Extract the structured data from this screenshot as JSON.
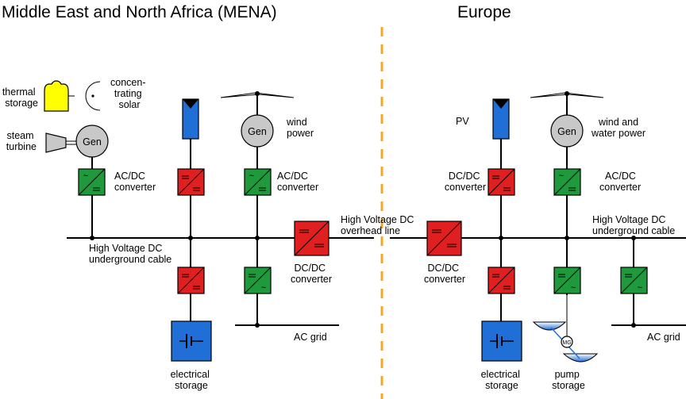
{
  "headings": {
    "left": "Middle East and North Africa (MENA)",
    "right": "Europe"
  },
  "labels": {
    "thermal_storage": [
      "thermal",
      "storage"
    ],
    "csp": [
      "concen-",
      "trating",
      "solar"
    ],
    "steam_turbine": [
      "steam",
      "turbine"
    ],
    "gen": "Gen",
    "wind_power": [
      "wind",
      "power"
    ],
    "acdc": [
      "AC/DC",
      "converter"
    ],
    "dcdc": [
      "DC/DC",
      "converter"
    ],
    "hvdc_underground_left": [
      "High Voltage DC",
      "underground cable"
    ],
    "hvdc_overhead": [
      "High Voltage DC",
      "overhead line"
    ],
    "hvdc_underground_right": [
      "High Voltage DC",
      "underground cable"
    ],
    "ac_grid": "AC grid",
    "electrical_storage": [
      "electrical",
      "storage"
    ],
    "pv": "PV",
    "wind_water_power": [
      "wind and",
      "water power"
    ],
    "pump_storage": [
      "pump",
      "storage"
    ],
    "mg": "MG"
  },
  "colors": {
    "red": "#e02020",
    "green": "#1e9a3c",
    "blue": "#1f6fd6",
    "yellow": "#ffff00",
    "gray": "#c8c8c8",
    "divider": "#f5a623"
  }
}
